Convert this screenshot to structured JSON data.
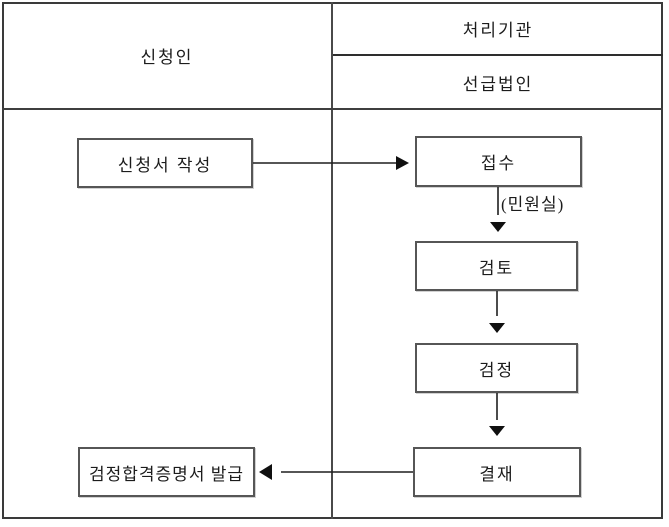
{
  "header": {
    "applicant": "신청인",
    "agency": "처리기관",
    "society": "선급법인"
  },
  "steps": {
    "write": "신청서 작성",
    "receipt": "접수",
    "receipt_note": "(민원실)",
    "review": "검토",
    "inspection": "검정",
    "approval": "결재",
    "certificate": "검정합격증명서 발급"
  }
}
